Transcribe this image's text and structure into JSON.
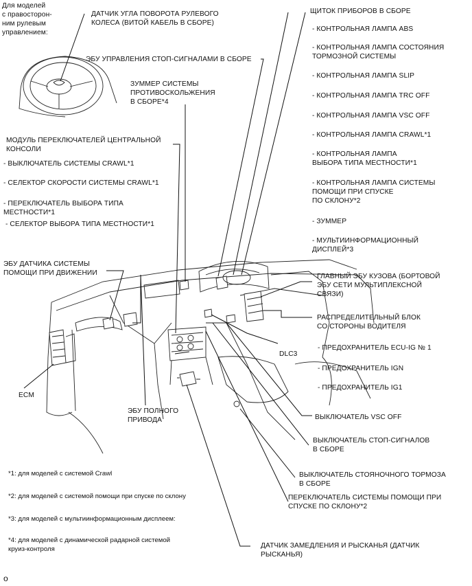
{
  "inset": {
    "caption": "Для моделей\nс правосторон-\nним рулевым\nуправлением:",
    "steering_sensor": "ДАТЧИК УГЛА ПОВОРОТА РУЛЕВОГО\nКОЛЕСА (ВИТОЙ КАБЕЛЬ В СБОРЕ)"
  },
  "labels": {
    "stop_ecu": "ЭБУ УПРАВЛЕНИЯ СТОП-СИГНАЛАМИ В СБОРЕ",
    "buzzer": "ЗУММЕР СИСТЕМЫ\nПРОТИВОСКОЛЬЖЕНИЯ\nВ СБОРЕ*4",
    "center_module": "МОДУЛЬ ПЕРЕКЛЮЧАТЕЛЕЙ ЦЕНТРАЛЬНОЙ\nКОНСОЛИ",
    "crawl_switch": "- ВЫКЛЮЧАТЕЛЬ СИСТЕМЫ CRAWL*1",
    "crawl_speed": "- СЕЛЕКТОР СКОРОСТИ СИСТЕМЫ CRAWL*1",
    "terrain_switch": "- ПЕРЕКЛЮЧАТЕЛЬ ВЫБОРА ТИПА\nМЕСТНОСТИ*1",
    "terrain_selector": "- СЕЛЕКТОР  ВЫБОРА ТИПА МЕСТНОСТИ*1",
    "drive_assist_ecu": "ЭБУ ДАТЧИКА СИСТЕМЫ\nПОМОЩИ ПРИ ДВИЖЕНИИ",
    "ecm": "ECM",
    "awd_ecu": "ЭБУ ПОЛНОГО\nПРИВОДА",
    "combo_meter": "ЩИТОК ПРИБОРОВ В СБОРЕ",
    "abs_lamp": "- КОНТРОЛЬНАЯ ЛАМПА ABS",
    "brake_lamp": "- КОНТРОЛЬНАЯ ЛАМПА СОСТОЯНИЯ\nТОРМОЗНОЙ СИСТЕМЫ",
    "slip_lamp": "- КОНТРОЛЬНАЯ ЛАМПА SLIP",
    "trc_lamp": "- КОНТРОЛЬНАЯ ЛАМПА TRC OFF",
    "vsc_lamp": "- КОНТРОЛЬНАЯ ЛАМПА VSC OFF",
    "crawl_lamp": "- КОНТРОЛЬНАЯ ЛАМПА CRAWL*1",
    "terrain_lamp": "- КОНТРОЛЬНАЯ ЛАМПА\nВЫБОРА ТИПА МЕСТНОСТИ*1",
    "hill_lamp": "- КОНТРОЛЬНАЯ ЛАМПА СИСТЕМЫ\nПОМОЩИ ПРИ СПУСКЕ\nПО СКЛОНУ*2",
    "meter_buzzer": "- ЗУММЕР",
    "multi_display": "- МУЛЬТИИНФОРМАЦИОННЫЙ\nДИСПЛЕЙ*3",
    "body_ecu": "ГЛАВНЫЙ ЭБУ КУЗОВА (БОРТОВОЙ\nЭБУ СЕТИ МУЛЬТИПЛЕКСНОЙ\nСВЯЗИ)",
    "junction_block": "РАСПРЕДЕЛИТЕЛЬНЫЙ БЛОК\nСО СТОРОНЫ ВОДИТЕЛЯ",
    "dlc3": "DLC3",
    "fuse_ecu": "- ПРЕДОХРАНИТЕЛЬ ECU-IG № 1",
    "fuse_ign": "- ПРЕДОХРАНИТЕЛЬ IGN",
    "fuse_ig1": "- ПРЕДОХРАНИТЕЛЬ IG1",
    "vsc_off": "ВЫКЛЮЧАТЕЛЬ VSC OFF",
    "stop_switch": "ВЫКЛЮЧАТЕЛЬ СТОП-СИГНАЛОВ\nВ СБОРЕ",
    "parking_switch": "ВЫКЛЮЧАТЕЛЬ СТОЯНОЧНОГО ТОРМОЗА\nВ СБОРЕ",
    "hill_switch": "ПЕРЕКЛЮЧАТЕЛЬ СИСТЕМЫ ПОМОЩИ ПРИ\nСПУСКЕ ПО СКЛОНУ*2",
    "yaw_sensor": "ДАТЧИК ЗАМЕДЛЕНИЯ И РЫСКАНЬЯ (ДАТЧИК\nРЫСКАНЬЯ)"
  },
  "notes": {
    "n1": "*1: для моделей с системой Crawl",
    "n2": "*2: для моделей с системой помощи при спуске по склону",
    "n3": "*3: для моделей с мультиинформационным дисплеем:",
    "n4": "*4: для моделей с динамической радарной системой\nкруиз-контроля"
  },
  "page_marker": "o"
}
